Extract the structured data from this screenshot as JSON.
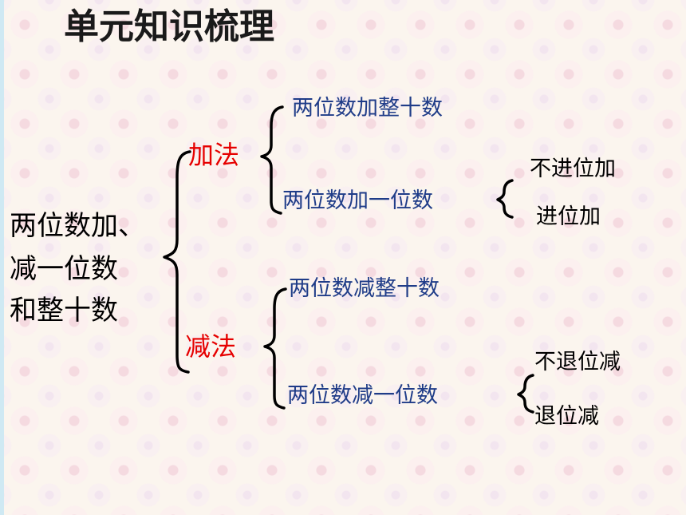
{
  "title": "单元知识梳理",
  "root": {
    "line1": "两位数加、",
    "line2": "减一位数",
    "line3": "和整十数"
  },
  "addition": {
    "label": "加法",
    "items": [
      "两位数加整十数",
      "两位数加一位数"
    ],
    "sub_items": [
      "不进位加",
      "进位加"
    ]
  },
  "subtraction": {
    "label": "减法",
    "items": [
      "两位数减整十数",
      "两位数减一位数"
    ],
    "sub_items": [
      "不退位减",
      "退位减"
    ]
  },
  "colors": {
    "branch_label": "#e60000",
    "sub_item": "#1f3c88",
    "text": "#000000"
  }
}
